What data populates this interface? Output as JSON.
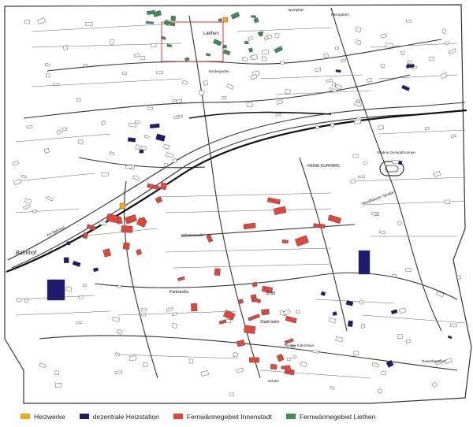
{
  "colors": {
    "heizwerke": "#f5a623",
    "dezentral": "#1f1a6e",
    "innenstadt": "#e0463a",
    "liethen": "#3e8c5a",
    "road": "#2b2b2b",
    "railway": "#111111"
  },
  "legend": [
    {
      "key": "heizwerke",
      "label": "Heizwerke"
    },
    {
      "key": "dezentral",
      "label": "dezentrale Heizstation"
    },
    {
      "key": "innenstadt",
      "label": "Fernwärmegebiet Innenstadt"
    },
    {
      "key": "liethen",
      "label": "Fernwärmegebiet Liethen"
    }
  ],
  "labels": {
    "liethen": "Liethen",
    "bahnhof": "Bahnhof",
    "heine": "HEINE-KURPARK",
    "kindergarten": "Kindergarten",
    "stadion": "Stadion Gesundbrunnen",
    "nordhaeuser": "Nordhäuser Straße",
    "schule": "Schule",
    "stadtbahn": "Stadt-bahn",
    "b80": "B 80",
    "parkstrasse": "Parkstraße",
    "sportplatz": "Sportplatz",
    "theater": "Theater Kulturhaus",
    "kleingarten": "Kleingärten",
    "gewerbegebiet": "Gewerbegebiet",
    "wilhelmstrasse": "Wilhelmstraße",
    "am_bahnhof": "Am Bahnhof"
  }
}
